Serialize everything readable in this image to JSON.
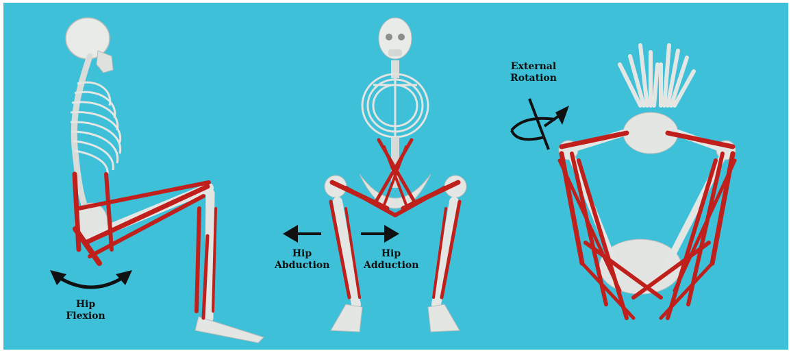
{
  "labels": {
    "hip_flexion": {
      "line1": "Hip",
      "line2": "Flexion"
    },
    "hip_abduction": {
      "line1": "Hip",
      "line2": "Abduction"
    },
    "hip_adduction": {
      "line1": "Hip",
      "line2": "Adduction"
    },
    "external_rotation": {
      "line1": "External",
      "line2": "Rotation"
    }
  },
  "colors": {
    "background": "#3ec0d8",
    "bone": "#e9ebe8",
    "bone_shadow": "#b9bcb9",
    "muscle": "#c0201c",
    "arrow": "#111111"
  }
}
